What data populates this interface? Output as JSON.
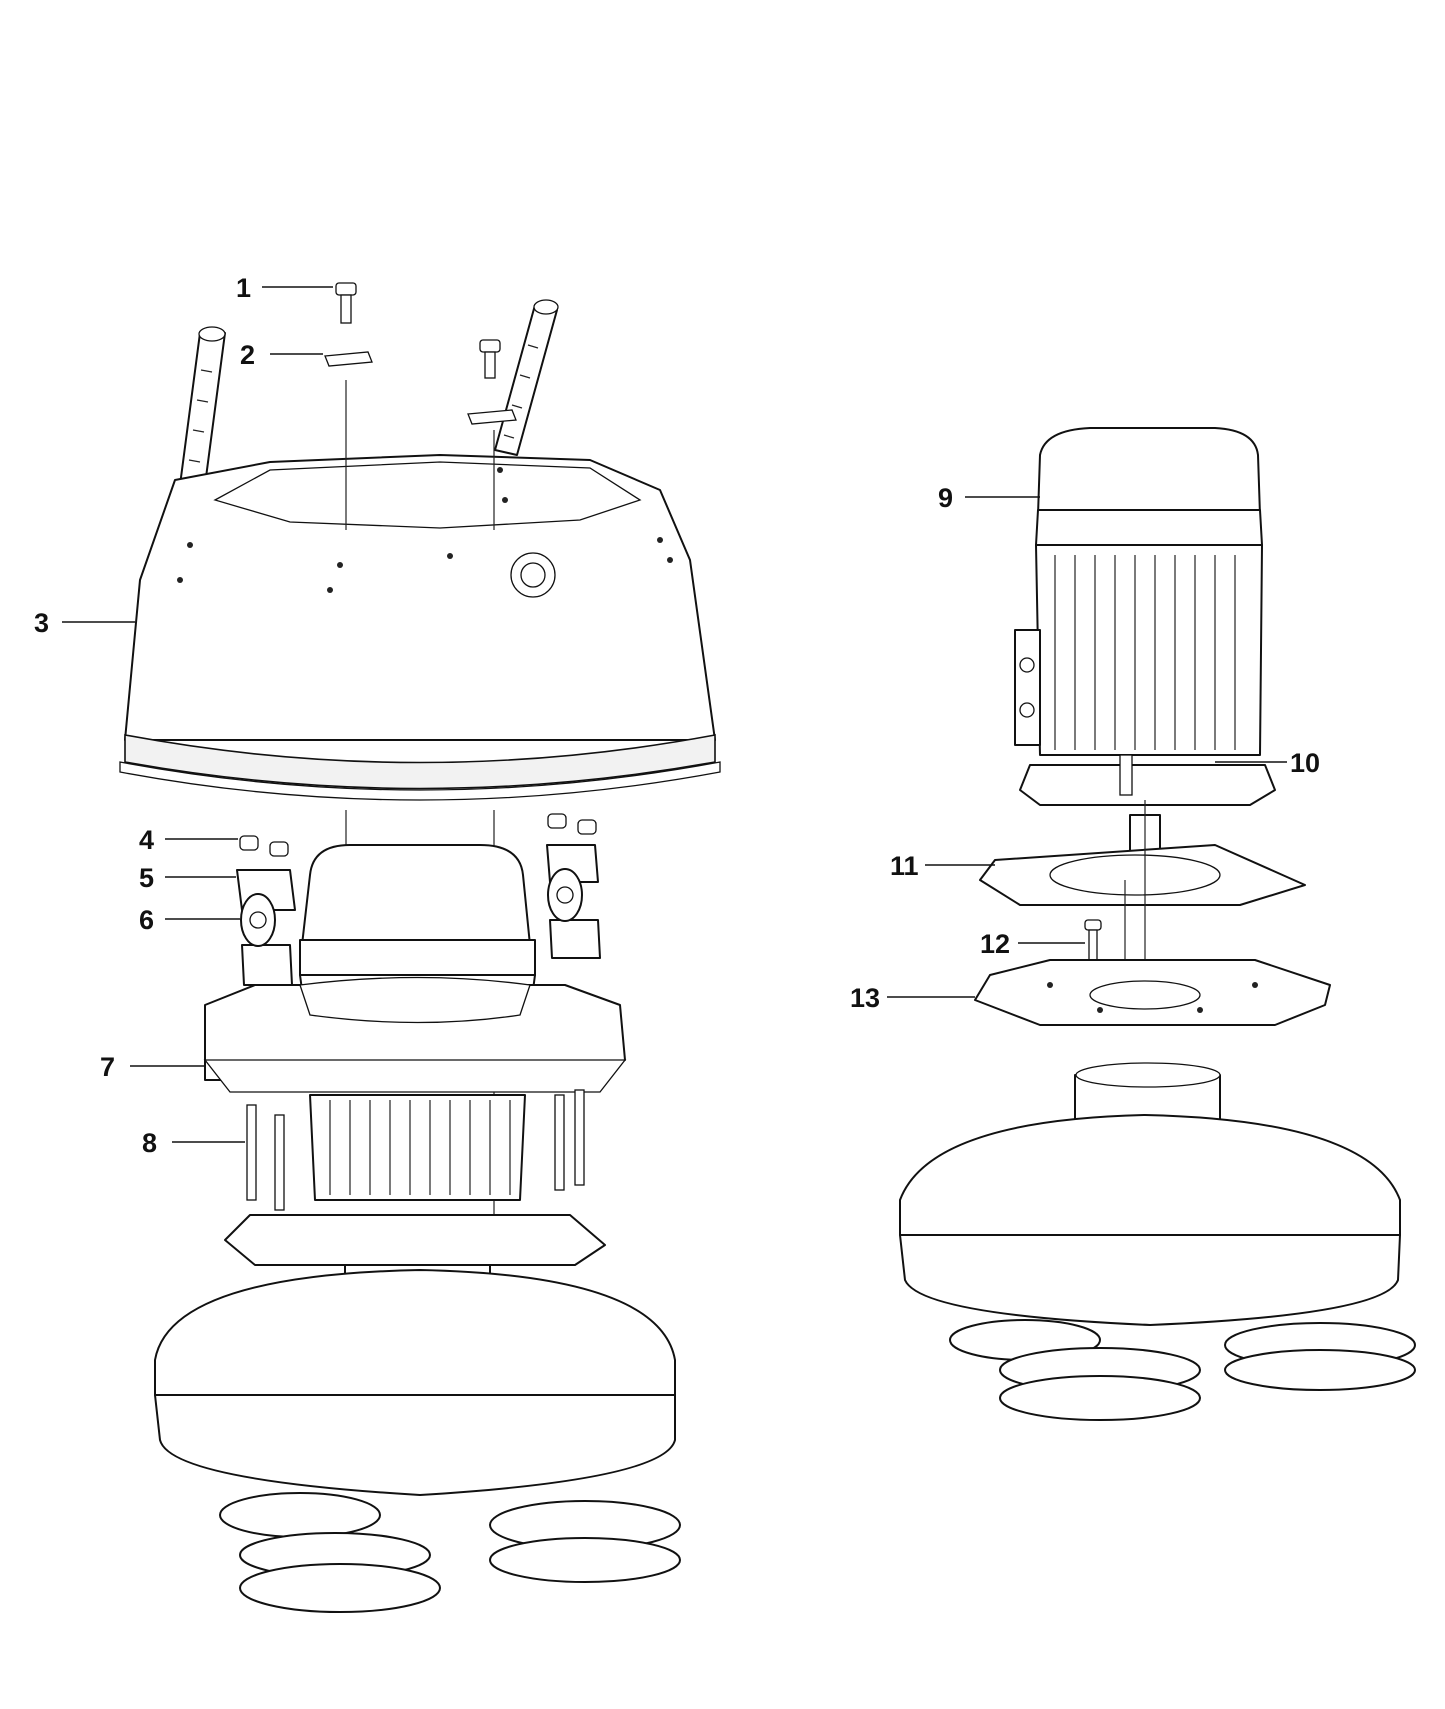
{
  "callouts": [
    {
      "id": "c1",
      "label": "1"
    },
    {
      "id": "c2",
      "label": "2"
    },
    {
      "id": "c3",
      "label": "3"
    },
    {
      "id": "c4",
      "label": "4"
    },
    {
      "id": "c5",
      "label": "5"
    },
    {
      "id": "c6",
      "label": "6"
    },
    {
      "id": "c7",
      "label": "7"
    },
    {
      "id": "c8",
      "label": "8"
    },
    {
      "id": "c9",
      "label": "9"
    },
    {
      "id": "c10",
      "label": "10"
    },
    {
      "id": "c11",
      "label": "11"
    },
    {
      "id": "c12",
      "label": "12"
    },
    {
      "id": "c13",
      "label": "13"
    }
  ],
  "colors": {
    "line": "#111111",
    "background": "#ffffff",
    "shade": "#f2f2f2"
  }
}
